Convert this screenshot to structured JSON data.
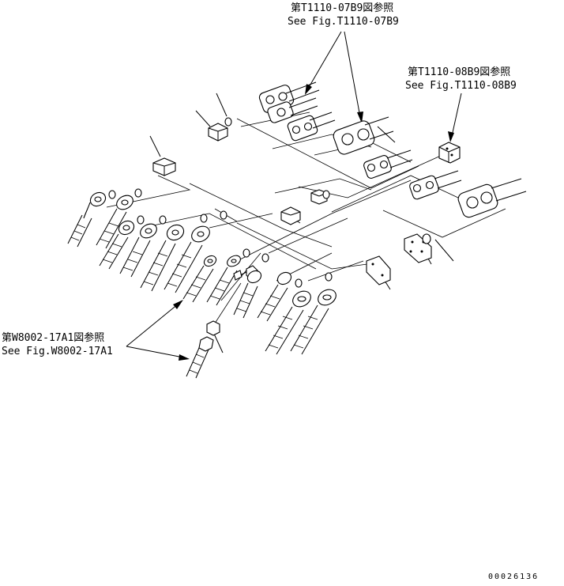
{
  "references": {
    "top_pair": {
      "line1": "第T1110-07B9図参照",
      "line2": "See Fig.T1110-07B9"
    },
    "right": {
      "line1": "第T1110-08B9図参照",
      "line2": "See Fig.T1110-08B9"
    },
    "left": {
      "line1": "第W8002-17A1図参照",
      "line2": "See Fig.W8002-17A1"
    }
  },
  "drawing_number": "00026136"
}
